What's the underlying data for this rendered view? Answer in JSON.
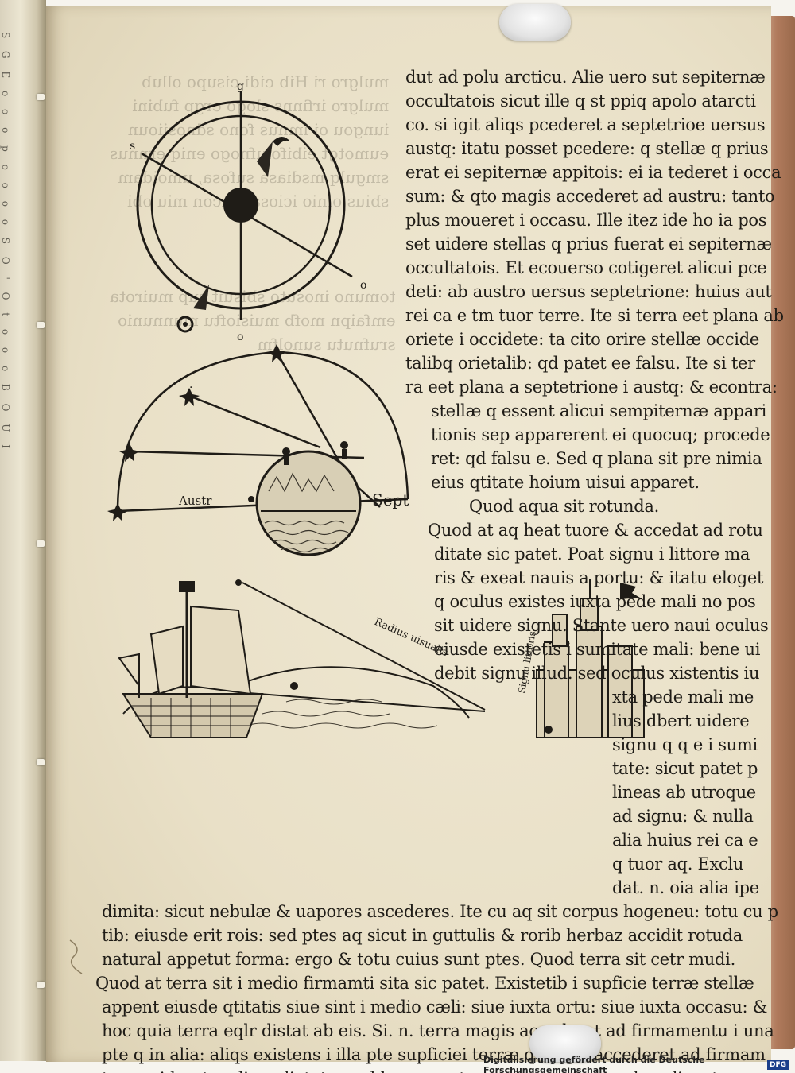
{
  "page": {
    "lines_right_column": [
      "dut ad polu arcticu. Alie uero sut sepiternæ",
      "occultatois sicut ille q st ppiq apolo atarcti",
      "co. si igit aliqs pcederet a septetrioe uersus",
      "austq: itatu posset pcedere: q stellæ q prius",
      "erat ei sepiternæ appitois: ei ia tederet i occa",
      "sum: & qto magis accederet ad austru: tanto",
      "plus moueret i occasu. Ille itez ide ho ia pos",
      "set uidere stellas q prius fuerat ei sepiternæ",
      "occultatois. Et ecouerso cotigeret alicui pce",
      "deti: ab austro uersus septetrione: huius aut",
      "rei ca e tm tuor terre. Ite si terra eet plana ab",
      "oriete i occidete: ta cito orire stellæ occide",
      "talibq orietalib: qd patet ee falsu. Ite si ter",
      "ra eet plana a septetrione i austq: & econtra:",
      "stellæ q essent alicui sempiternæ appari",
      "tionis sep apparerent ei quocuq; procede",
      "ret: qd falsu e. Sed q plana sit pre nimia",
      "eius qtitate hoium uisui apparet."
    ],
    "heading_water": "Quod aqua sit rotunda.",
    "lines_water": [
      "Quod at aq heat tuore & accedat ad rotu",
      "ditate sic patet. Poat signu i littore ma",
      "ris & exeat nauis a portu: & itatu eloget",
      "q oculus existes iuxta pede mali no pos",
      "sit uidere signu. Stante uero naui oculus",
      "eiusde existetis i sumitate mali: bene ui",
      "debit signu illud. sed oculus xistentis iu"
    ],
    "lines_narrow": [
      "xta pede mali me",
      "lius dbert uidere",
      "signu q q e i sumi",
      "tate: sicut patet p",
      "lineas ab utroque",
      "ad signu: & nulla",
      "alia huius rei ca e",
      "q tuor aq. Exclu",
      "dat. n. oia alia ipe"
    ],
    "lines_bottom": [
      "dimita: sicut nebulæ & uapores ascederes. Ite cu aq sit corpus hogeneu: totu cu p",
      "tib: eiusde erit rois: sed ptes aq sicut in guttulis & rorib herbaz accidit rotuda",
      "natural appetut forma: ergo & totu cuius sunt ptes. Quod terra sit cetr mudi.",
      "Quod at terra sit i medio firmamti sita sic patet. Existetib i supficie terræ stellæ",
      "appent eiusde qtitatis siue sint i medio cæli: siue iuxta ortu: siue iuxta occasu: &",
      "hoc quia terra eqlr distat ab eis. Si. n. terra magis accederet ad firmamentu i una",
      "pte q in alia: aliqs existens i illa pte supficiei terræ q magis accederet ad firmam",
      "tu no uideret cæli medietate: sed hoc e contra ptolemeu & oes phos dicentes q"
    ],
    "diagram_labels": {
      "sept": "Sept",
      "austr": "Austr",
      "radius": "Radius uisualis",
      "signum": "Signu littoris"
    },
    "footer": {
      "credit": "Digitalisierung gefördert durch die Deutsche Forschungsgemeinschaft",
      "logo": "DFG"
    }
  }
}
